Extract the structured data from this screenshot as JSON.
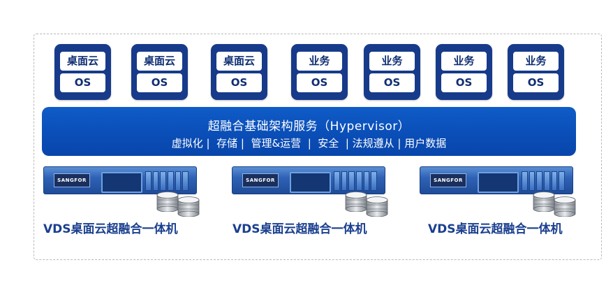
{
  "vms": [
    {
      "top": "桌面云",
      "bottom": "OS"
    },
    {
      "top": "桌面云",
      "bottom": "OS"
    },
    {
      "top": "桌面云",
      "bottom": "OS"
    },
    {
      "top": "业务",
      "bottom": "OS"
    },
    {
      "top": "业务",
      "bottom": "OS"
    },
    {
      "top": "业务",
      "bottom": "OS"
    },
    {
      "top": "业务",
      "bottom": "OS"
    }
  ],
  "hypervisor": {
    "title": "超融合基础架构服务（Hypervisor）",
    "features": "虚拟化 |  存储 |  管理&运营  |  安全  | 法规遵从 | 用户数据"
  },
  "servers": [
    {
      "brand": "SANGFOR",
      "label": "VDS桌面云超融合一体机"
    },
    {
      "brand": "SANGFOR",
      "label": "VDS桌面云超融合一体机"
    },
    {
      "brand": "SANGFOR",
      "label": "VDS桌面云超融合一体机"
    }
  ],
  "colors": {
    "vm_box": "#173b8a",
    "hypervisor_bar": "#0a4db6",
    "label_text": "#1a3f8f"
  }
}
